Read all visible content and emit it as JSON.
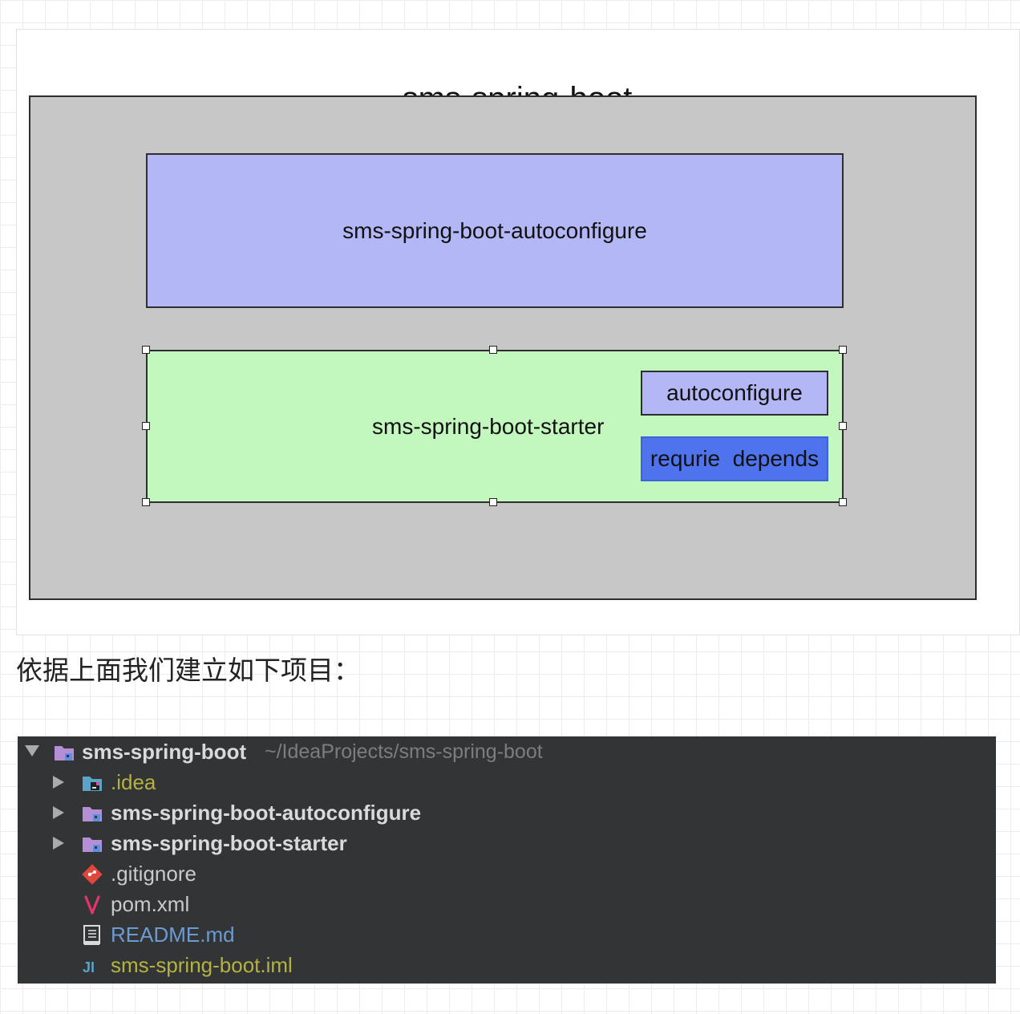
{
  "diagram": {
    "title": "sms-spring-boot",
    "autoconfigure_module": "sms-spring-boot-autoconfigure",
    "starter_module": "sms-spring-boot-starter",
    "starter_parts": {
      "autoconfigure": "autoconfigure",
      "depends": "requrie  depends"
    },
    "colors": {
      "outer": "#c7c7c7",
      "autoconfigure": "#b4b7f6",
      "starter": "#c2f8be",
      "depends": "#4f73ec"
    }
  },
  "caption": "依据上面我们建立如下项目：",
  "project_tree": {
    "root": {
      "name": "sms-spring-boot",
      "path": "~/IdeaProjects/sms-spring-boot",
      "icon": "module-folder-icon",
      "expanded": true
    },
    "items": [
      {
        "name": ".idea",
        "icon": "idea-folder-icon",
        "expandable": true,
        "color": "#b5b340"
      },
      {
        "name": "sms-spring-boot-autoconfigure",
        "icon": "module-folder-icon",
        "expandable": true,
        "color": "#d8dadc"
      },
      {
        "name": "sms-spring-boot-starter",
        "icon": "module-folder-icon",
        "expandable": true,
        "color": "#d8dadc"
      },
      {
        "name": ".gitignore",
        "icon": "git-icon",
        "expandable": false,
        "color": "#c8cacc"
      },
      {
        "name": "pom.xml",
        "icon": "maven-icon",
        "expandable": false,
        "color": "#c8cacc"
      },
      {
        "name": "README.md",
        "icon": "markdown-icon",
        "expandable": false,
        "color": "#6b9bd1"
      },
      {
        "name": "sms-spring-boot.iml",
        "icon": "iml-icon",
        "expandable": false,
        "color": "#b5b340"
      }
    ]
  }
}
